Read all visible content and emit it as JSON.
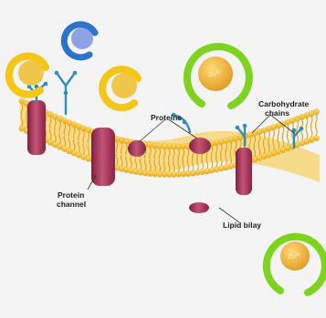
{
  "diagram": {
    "labels": {
      "proteins": "Proteins",
      "carbohydrate_line1": "Carbohydrate",
      "carbohydrate_line2": "chains",
      "protein_channel_line1": "Protein",
      "protein_channel_line2": "channel",
      "lipid_bilayer": "Lipid bilay"
    },
    "ion_label": "Zn",
    "ion_charge": "2+",
    "colors": {
      "background": "#f4f4f4",
      "membrane_heads": "#f2c12e",
      "membrane_tails": "#e6a51c",
      "protein": "#b23a5c",
      "glycan_chain": "#2f8fb5",
      "ring_green": "#7ed321",
      "ring_yellow": "#f5c518",
      "ring_blue": "#2f73c9",
      "ion_orange": "#f0b53a"
    },
    "icons": [
      "glycan-tree-icon",
      "c-ring-icon",
      "zinc-ion-icon"
    ]
  }
}
